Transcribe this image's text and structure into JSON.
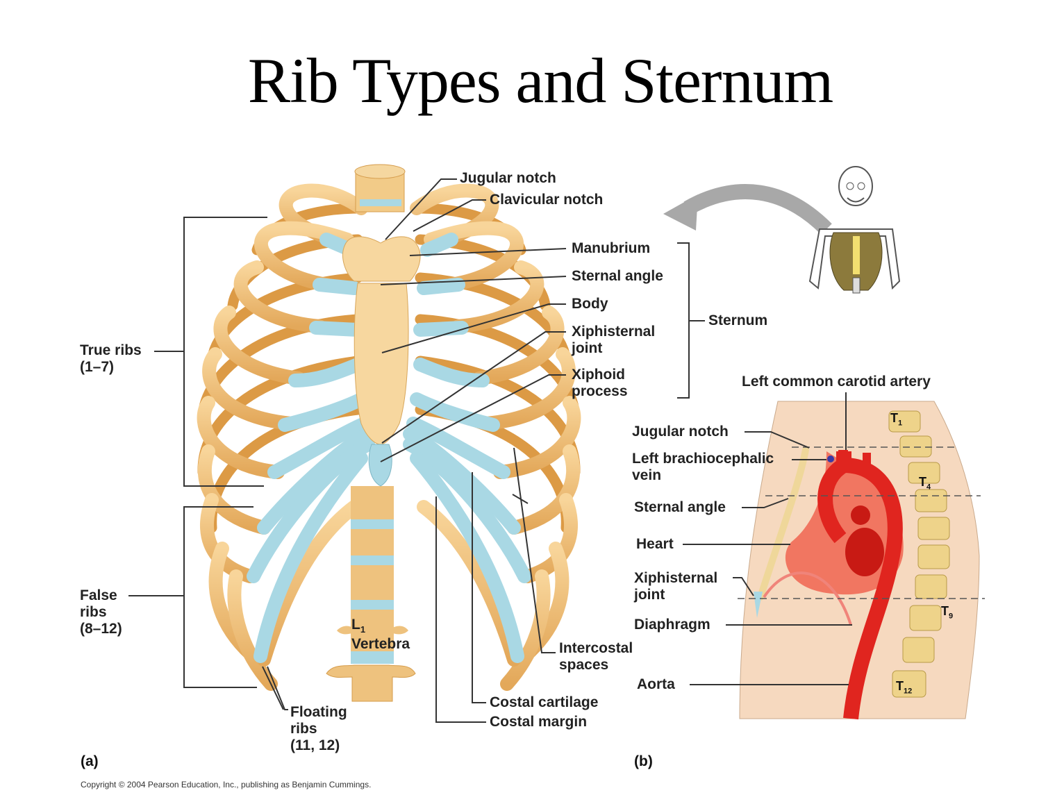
{
  "title": "Rib Types and Sternum",
  "panel_a": {
    "tag": "(a)",
    "labels": {
      "jugular_notch": "Jugular notch",
      "clavicular_notch": "Clavicular notch",
      "manubrium": "Manubrium",
      "sternal_angle": "Sternal angle",
      "body": "Body",
      "xiphisternal_joint": "Xiphisternal\njoint",
      "xiphoid_process": "Xiphoid\nprocess",
      "sternum": "Sternum",
      "true_ribs": "True ribs\n(1–7)",
      "false_ribs": "False\nribs\n(8–12)",
      "floating_ribs": "Floating\nribs\n(11, 12)",
      "l1": "L",
      "l1_sub": "1",
      "vertebra": "Vertebra",
      "intercostal_spaces": "Intercostal\nspaces",
      "costal_cartilage": "Costal cartilage",
      "costal_margin": "Costal margin"
    }
  },
  "panel_b": {
    "tag": "(b)",
    "labels": {
      "left_common_carotid": "Left common carotid artery",
      "jugular_notch": "Jugular notch",
      "left_brachiocephalic_vein": "Left brachiocephalic\nvein",
      "sternal_angle": "Sternal angle",
      "heart": "Heart",
      "xiphisternal_joint": "Xiphisternal\njoint",
      "diaphragm": "Diaphragm",
      "aorta": "Aorta"
    },
    "vertebrae": [
      {
        "letter": "T",
        "sub": "1"
      },
      {
        "letter": "T",
        "sub": "4"
      },
      {
        "letter": "T",
        "sub": "9"
      },
      {
        "letter": "T",
        "sub": "12"
      }
    ]
  },
  "copyright": "Copyright © 2004 Pearson Education, Inc., publishing as Benjamin Cummings.",
  "colors": {
    "bone": "#f2c27a",
    "bone_dark": "#d9993f",
    "cartilage": "#a9d8e4",
    "body_tissue": "#f6d9bf",
    "artery": "#e0251f",
    "leader_line": "#333333"
  }
}
